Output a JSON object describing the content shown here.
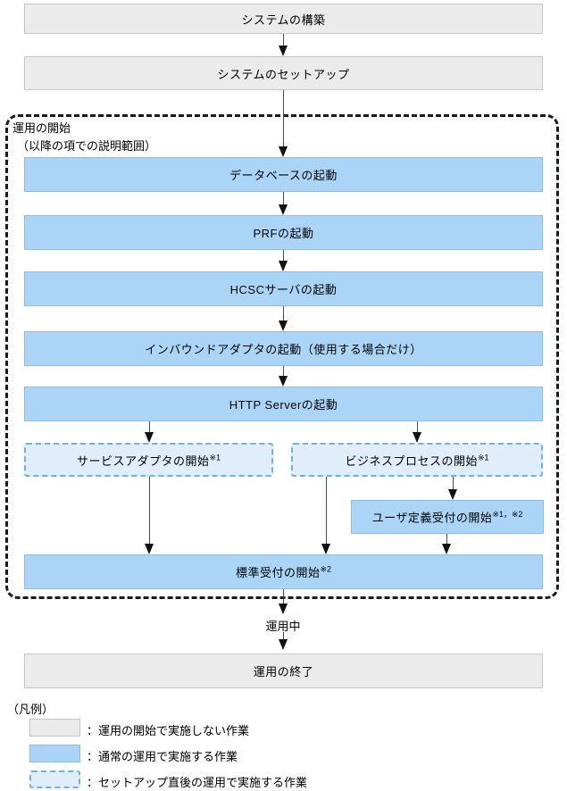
{
  "colors": {
    "gray_fill": "#ebebeb",
    "gray_border": "#c6c6c6",
    "blue_fill": "#abd5f6",
    "blue_border": "#8fbce2",
    "dashed_fill": "#e0edfb",
    "dashed_border": "#70b0e8",
    "container_border": "#1a1a1a"
  },
  "flow": {
    "build": "システムの構築",
    "setup": "システムのセットアップ",
    "container_title_line1": "運用の開始",
    "container_title_line2": "（以降の項での説明範囲）",
    "db_start": "データベースの起動",
    "prf_start": "PRFの起動",
    "hcsc_start": "HCSCサーバの起動",
    "inbound_start": "インバウンドアダプタの起動（使用する場合だけ）",
    "http_start": "HTTP Serverの起動",
    "service_adapter": {
      "label": "サービスアダプタの開始",
      "sup": "※1"
    },
    "business_process": {
      "label": "ビジネスプロセスの開始",
      "sup": "※1"
    },
    "user_reception": {
      "label": "ユーザ定義受付の開始",
      "sup": "※1，※2"
    },
    "standard_reception": {
      "label": "標準受付の開始",
      "sup": "※2"
    },
    "operating_label": "運用中",
    "end": "運用の終了"
  },
  "legend": {
    "title": "（凡例）",
    "items": [
      {
        "swatch": "gray",
        "label": "：運用の開始で実施しない作業"
      },
      {
        "swatch": "blue",
        "label": "：通常の運用で実施する作業"
      },
      {
        "swatch": "dashed-blue",
        "label": "：セットアップ直後の運用で実施する作業"
      }
    ]
  }
}
